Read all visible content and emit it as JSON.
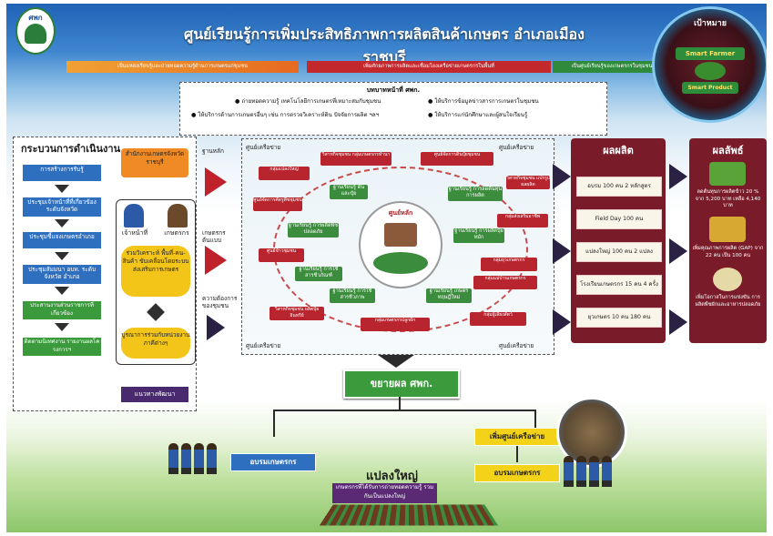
{
  "header": {
    "logo_text": "ศพก",
    "title": "ศูนย์เรียนรู้การเพิ่มประสิทธิภาพการผลิตสินค้าเกษตร อำเภอเมืองราชบุรี",
    "ribbon": [
      "เป็นแหล่งเรียนรู้และถ่ายทอดความรู้ด้านการเกษตรแก่ชุมชน",
      "เพิ่มศักยภาพการผลิตและเชื่อมโยงเครือข่ายเกษตรกรในพื้นที่",
      "เป็นศูนย์เรียนรู้ของเกษตรกรในชุมชน"
    ]
  },
  "vision": {
    "title": "เป้าหมาย",
    "smart_farmer": "Smart Farmer",
    "smart_product": "Smart Product"
  },
  "mission": {
    "title": "บทบาทหน้าที่ ศพก.",
    "items": [
      "ถ่ายทอดความรู้ เทคโนโลยีการเกษตรที่เหมาะสมกับชุมชน",
      "ให้บริการข้อมูลข่าวสารการเกษตรในชุมชน",
      "ให้บริการด้านการเกษตรอื่นๆ เช่น การตรวจวิเคราะห์ดิน ปัจจัยการผลิต ฯลฯ",
      "ให้บริการแก่นักศึกษาและผู้สนใจเรียนรู้"
    ]
  },
  "process": {
    "title": "กระบวนการดำเนินงาน",
    "steps": [
      "การสร้างการรับรู้",
      "ประชุมเจ้าหน้าที่ที่เกี่ยวข้องระดับจังหวัด",
      "ประชุมชี้แจงเกษตรอำเภอ",
      "ประชุมสัมมนา อบท. ระดับจังหวัด อำเภอ",
      "ประสานงานส่วนราชการที่เกี่ยวข้อง",
      "ติดตามนิเทศงาน รายงานผลโครงการฯ"
    ],
    "office": "สำนักงานเกษตรจังหวัดราชบุรี",
    "officer": "เจ้าหน้าที่",
    "farmer": "เกษตรกร",
    "coop": "ร่วมวิเคราะห์ พื้นที่-คน-สินค้า ขับเคลื่อนโดยระบบส่งเสริมการเกษตร",
    "integrate": "บูรณาการร่วมกับหน่วยงานภาคีต่างๆ",
    "guideline": "แนวทางพัฒนา"
  },
  "side_labels": [
    "ฐานหลัก",
    "เกษตรกรต้นแบบ",
    "ความต้องการของชุมชน"
  ],
  "network": {
    "label_top_left": "ศูนย์เครือข่าย",
    "label_top_right": "ศูนย์เครือข่าย",
    "label_bottom_left": "ศูนย์เครือข่าย",
    "label_bottom_right": "ศูนย์เครือข่าย",
    "hub_title": "ศูนย์หลัก",
    "bases": [
      "ฐานเรียนรู้ ดินและปุ๋ย",
      "ฐานเรียนรู้ การผลิตพืชปลอดภัย",
      "ฐานเรียนรู้ การใช้สารชีวภัณฑ์",
      "ฐานเรียนรู้ การใช้สารชีวภาพ",
      "ฐานเรียนรู้ เกษตรทฤษฎีใหม่",
      "ฐานเรียนรู้ การผลิตปุ๋ยหมัก",
      "ฐานเรียนรู้ การลดต้นทุนการผลิต"
    ],
    "networks": [
      "วิสาหกิจชุมชน กลุ่มเกษตรกรทำนา",
      "ศูนย์จัดการดินปุ๋ยชุมชน",
      "กลุ่มแปลงใหญ่",
      "ศูนย์จัดการศัตรูพืชชุมชน",
      "วิสาหกิจชุมชน แปรรูปผลผลิต",
      "กลุ่มส่งเสริมอาชีพ",
      "ศูนย์ข้าวชุมชน",
      "กลุ่มยุวเกษตรกร",
      "กลุ่มแม่บ้านเกษตรกร",
      "วิสาหกิจชุมชน ผลิตปุ๋ยอินทรีย์",
      "กลุ่มเกษตรกรปลูกผัก",
      "กลุ่มผู้เลี้ยงสัตว์"
    ]
  },
  "output": {
    "title": "ผลผลิต",
    "items": [
      "อบรม 100 คน 2 หลักสูตร",
      "Field Day 100 คน",
      "แปลงใหญ่ 100 คน 2 แปลง",
      "โรงเรียนเกษตรกร 15 คน 4 ครั้ง",
      "ยุวเกษตร 10 คน 180 คน"
    ]
  },
  "outcome": {
    "title": "ผลลัพธ์",
    "items": [
      "ลดต้นทุนการผลิตข้าว 20 % จาก 5,200 บาท เหลือ 4,140 บาท",
      "เพิ่มคุณภาพการผลิต (GAP) จาก 22 คน เป็น 100 คน",
      "เพิ่มโอกาสในการแข่งขัน การผลิตพืชผักและอาหารปลอดภัย"
    ]
  },
  "expand": {
    "label": "ขยายผล ศพก.",
    "training_left": "อบรมเกษตรกร",
    "add_network": "เพิ่มศูนย์เครือข่าย",
    "training_right": "อบรมเกษตรกร",
    "big_plot": "แปลงใหญ่",
    "plot_caption": "เกษตรกรที่ได้รับการถ่ายทอดความรู้ รวมกันเป็นแปลงใหญ่"
  },
  "colors": {
    "red": "#c0222b",
    "green": "#3b9a3c",
    "blue": "#2e6fc0",
    "maroon": "#7a1b29",
    "navy": "#2b2143",
    "orange": "#f08a24",
    "yellow": "#f3c519"
  }
}
